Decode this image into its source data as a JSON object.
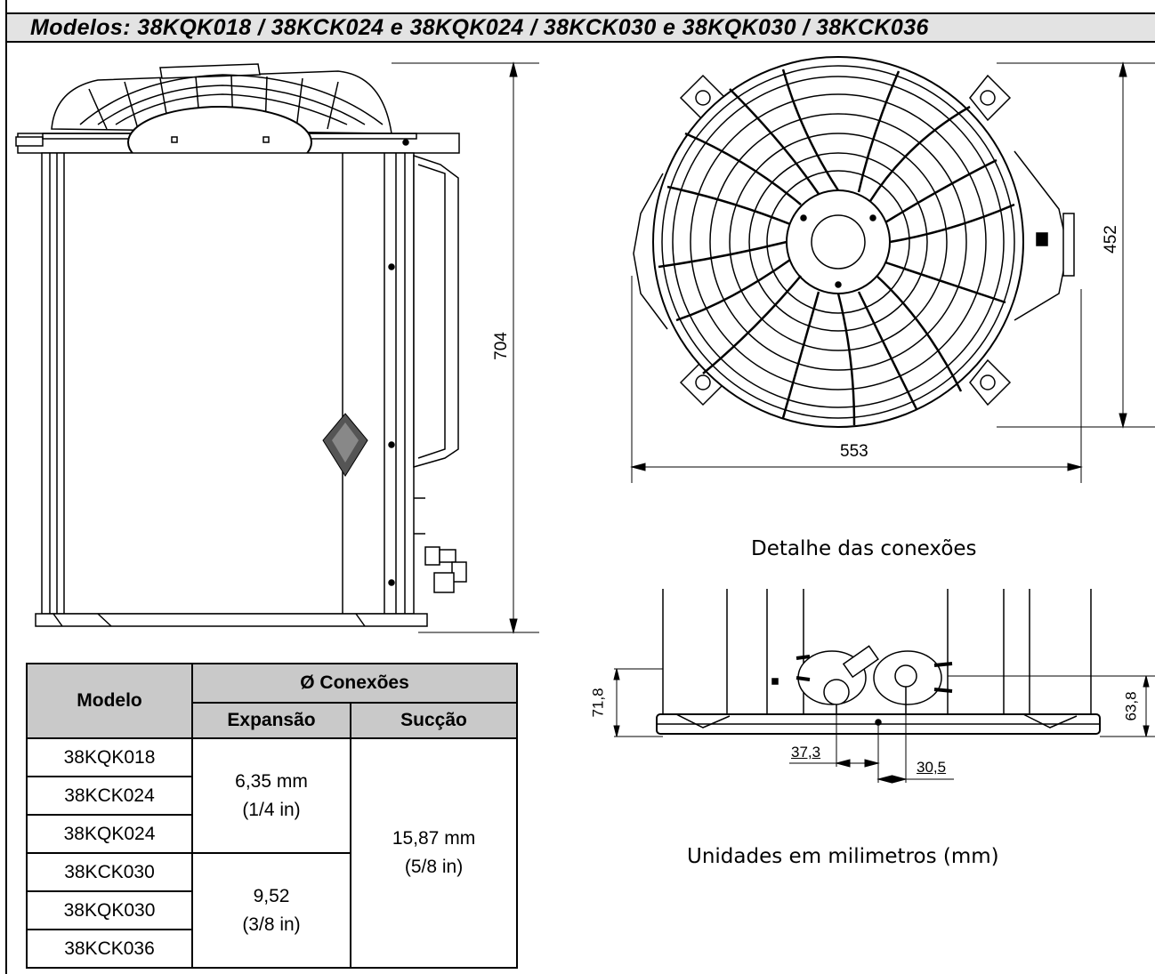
{
  "header": {
    "title": "Modelos: 38KQK018 / 38KCK024 e 38KQK024 / 38KCK030 e 38KQK030 / 38KCK036"
  },
  "side_view": {
    "height_dim": "704"
  },
  "top_view": {
    "height_dim": "452",
    "width_dim": "553"
  },
  "connections": {
    "title": "Detalhe das conexões",
    "dim_left": "71,8",
    "dim_right": "63,8",
    "dim_a": "37,3",
    "dim_b": "30,5",
    "units_note": "Unidades em milimetros (mm)"
  },
  "table": {
    "col_model": "Modelo",
    "col_group": "Ø Conexões",
    "col_expansion": "Expansão",
    "col_suction": "Sucção",
    "rows": [
      "38KQK018",
      "38KCK024",
      "38KQK024",
      "38KCK030",
      "38KQK030",
      "38KCK036"
    ],
    "expansion_1": {
      "mm": "6,35 mm",
      "in": "(1/4 in)"
    },
    "expansion_2": {
      "mm": "9,52",
      "in": "(3/8 in)"
    },
    "suction": {
      "mm": "15,87 mm",
      "in": "(5/8 in)"
    }
  }
}
